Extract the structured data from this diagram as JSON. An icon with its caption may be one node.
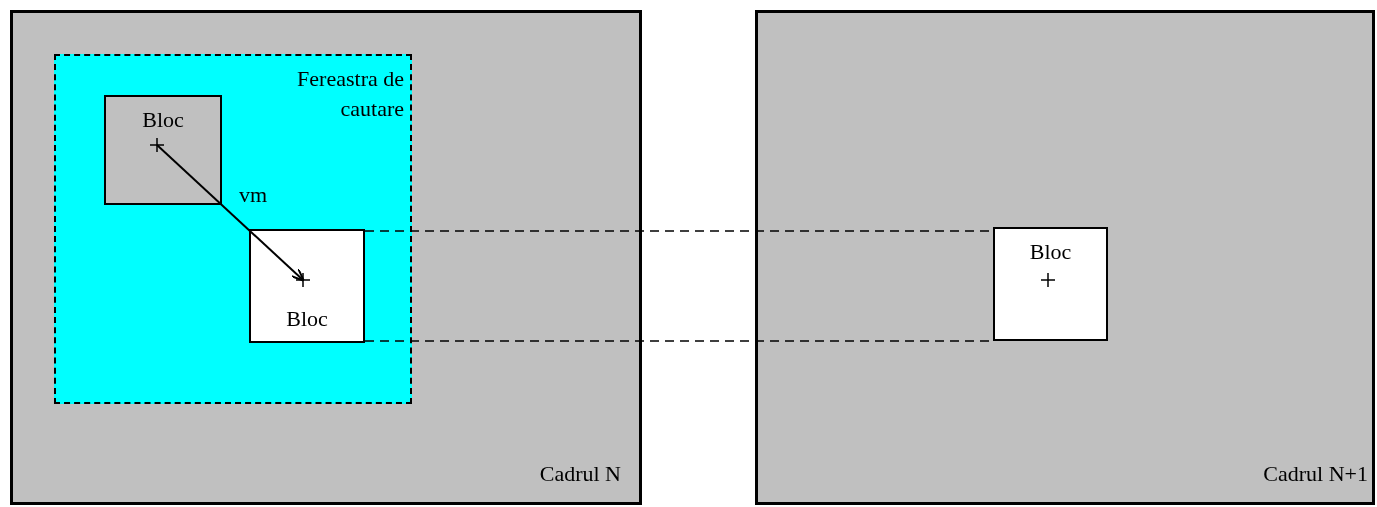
{
  "diagram": {
    "nodes": [
      {
        "text": [
          "Cadrul N"
        ]
      },
      {
        "text": [
          "Fereastra de cautare"
        ],
        "in": 0
      },
      {
        "text": [
          "Bloc"
        ],
        "in": 1
      },
      {
        "text": [
          "Bloc"
        ],
        "in": 1
      },
      {
        "text": [
          "Cadrul N+1"
        ]
      },
      {
        "text": [
          "Bloc"
        ],
        "in": 4
      }
    ],
    "edges": [
      {
        "from": 2,
        "to": 3,
        "arrow": "to",
        "label": "vm"
      },
      {
        "from": 3,
        "to": 5,
        "arrow": "none",
        "style": "dashed"
      },
      {
        "from": 3,
        "to": 5,
        "arrow": "none",
        "style": "dashed"
      }
    ]
  }
}
